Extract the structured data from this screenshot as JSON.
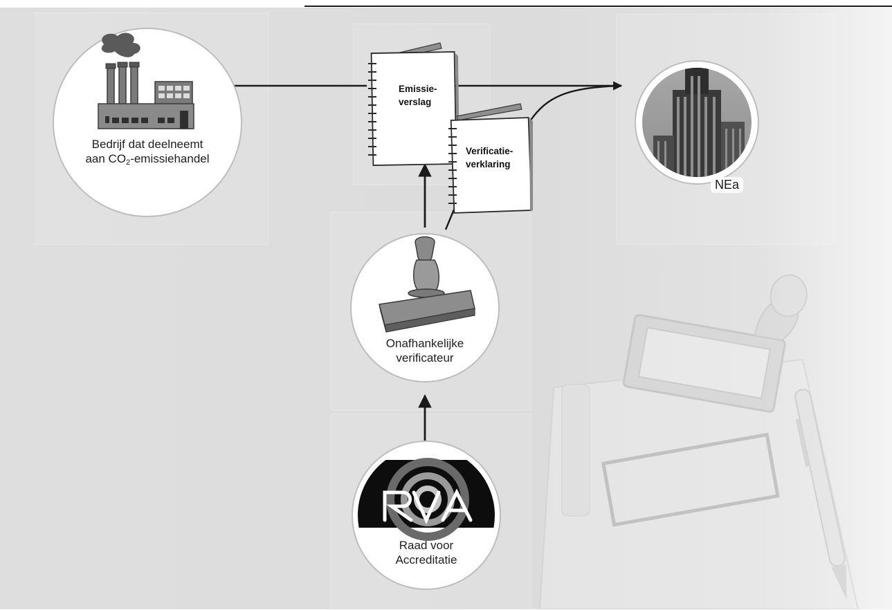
{
  "nodes": {
    "company": {
      "label_line1": "Bedrijf dat deelneemt",
      "label_line2_prefix": "aan CO",
      "label_line2_sub": "2",
      "label_line2_suffix": "-emissiehandel",
      "icon": "factory-icon"
    },
    "authority": {
      "label": "NEa",
      "icon": "building-photo"
    },
    "verifier": {
      "label_line1": "Onafhankelijke",
      "label_line2": "verificateur",
      "icon": "stamp-icon"
    },
    "accreditation": {
      "label_line1": "Raad voor",
      "label_line2": "Accreditatie",
      "logo_text": "RvA",
      "icon": "rva-logo"
    }
  },
  "documents": {
    "report": {
      "line1": "Emissie-",
      "line2": "verslag",
      "icon": "notebook-icon"
    },
    "statement": {
      "line1": "Verificatie-",
      "line2": "verklaring",
      "icon": "notebook-icon"
    }
  },
  "colors": {
    "line": "#1a1a1a",
    "background": "#dddddd",
    "circle": "#ffffff"
  }
}
